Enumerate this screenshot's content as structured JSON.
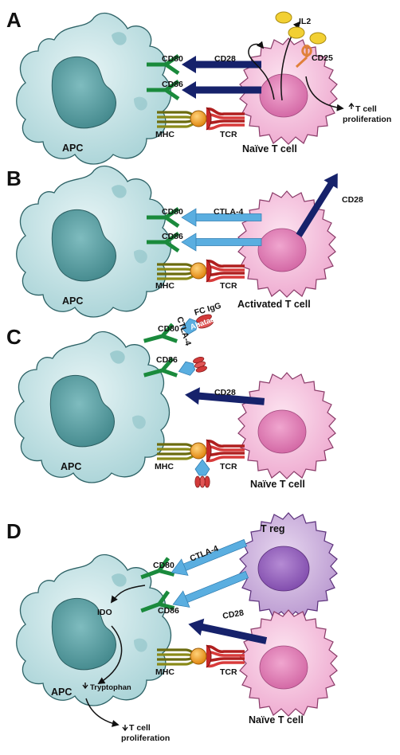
{
  "panels": {
    "a": {
      "letter": "A",
      "apc": "APC",
      "cell": "Naïve T cell",
      "cd80": "CD80",
      "cd86": "CD86",
      "cd28": "CD28",
      "mhc": "MHC",
      "tcr": "TCR",
      "il2": "IL2",
      "cd25": "CD25",
      "prolif_1": "T cell",
      "prolif_2": "proliferation"
    },
    "b": {
      "letter": "B",
      "apc": "APC",
      "cell": "Activated T cell",
      "cd80": "CD80",
      "cd86": "CD86",
      "ctla4": "CTLA-4",
      "cd28": "CD28",
      "mhc": "MHC",
      "tcr": "TCR"
    },
    "c": {
      "letter": "C",
      "apc": "APC",
      "cell": "Naïve T cell",
      "cd80": "CD80",
      "cd86": "CD86",
      "ctla4": "CTLA-4",
      "fc": "FC IgG",
      "abatacept": "Abatacept",
      "cd28": "CD28",
      "mhc": "MHC",
      "tcr": "TCR"
    },
    "d": {
      "letter": "D",
      "treg": "T reg",
      "apc": "APC",
      "cell": "Naïve T cell",
      "cd80": "CD80",
      "cd86": "CD86",
      "ctla4": "CTLA-4",
      "cd28": "CD28",
      "mhc": "MHC",
      "tcr": "TCR",
      "ido": "IDO",
      "tryptophan": "Tryptophan",
      "prolif_1": "T cell",
      "prolif_2": "proliferation"
    }
  },
  "colors": {
    "apc_fill": "#bfe0e3",
    "apc_nucleus": "#4e9a9e",
    "tcell_fill": "#f2b8d8",
    "tcell_nucleus": "#d877b0",
    "treg_fill": "#c8a8d8",
    "treg_nucleus": "#8a58b0",
    "ligand_green": "#1a8a3c",
    "cd28_navy": "#16226b",
    "ctla4_blue": "#5aaee0",
    "mhc_olive": "#7a7a10",
    "tcr_red": "#c62828",
    "antigen_orange": "#f2a02a",
    "il2_yellow": "#f2d033",
    "cd25_orange": "#e0803a"
  }
}
